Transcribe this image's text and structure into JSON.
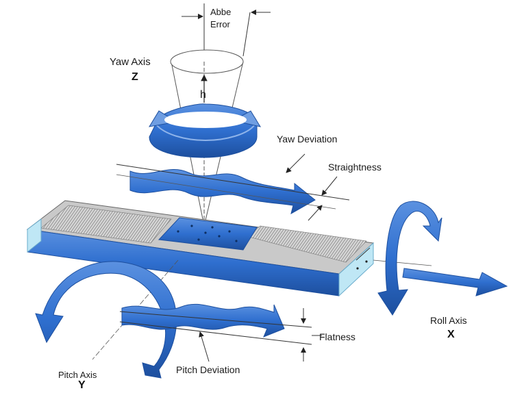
{
  "labels": {
    "abbe_line1": "Abbe",
    "abbe_line2": "Error",
    "yaw_axis": "Yaw Axis",
    "yaw_letter": "Z",
    "h": "h",
    "yaw_deviation": "Yaw Deviation",
    "straightness": "Straightness",
    "roll_axis": "Roll Axis",
    "roll_letter": "X",
    "flatness": "Flatness",
    "pitch_deviation": "Pitch Deviation",
    "pitch_axis": "Pitch Axis",
    "pitch_letter": "Y"
  },
  "colors": {
    "blue": "#2f6fcf",
    "blue_dark": "#1d4f9e",
    "blue_light": "#8fb4ea",
    "cyan": "#bfe7f5",
    "rail": "#c9c9c9",
    "line": "#333333"
  }
}
